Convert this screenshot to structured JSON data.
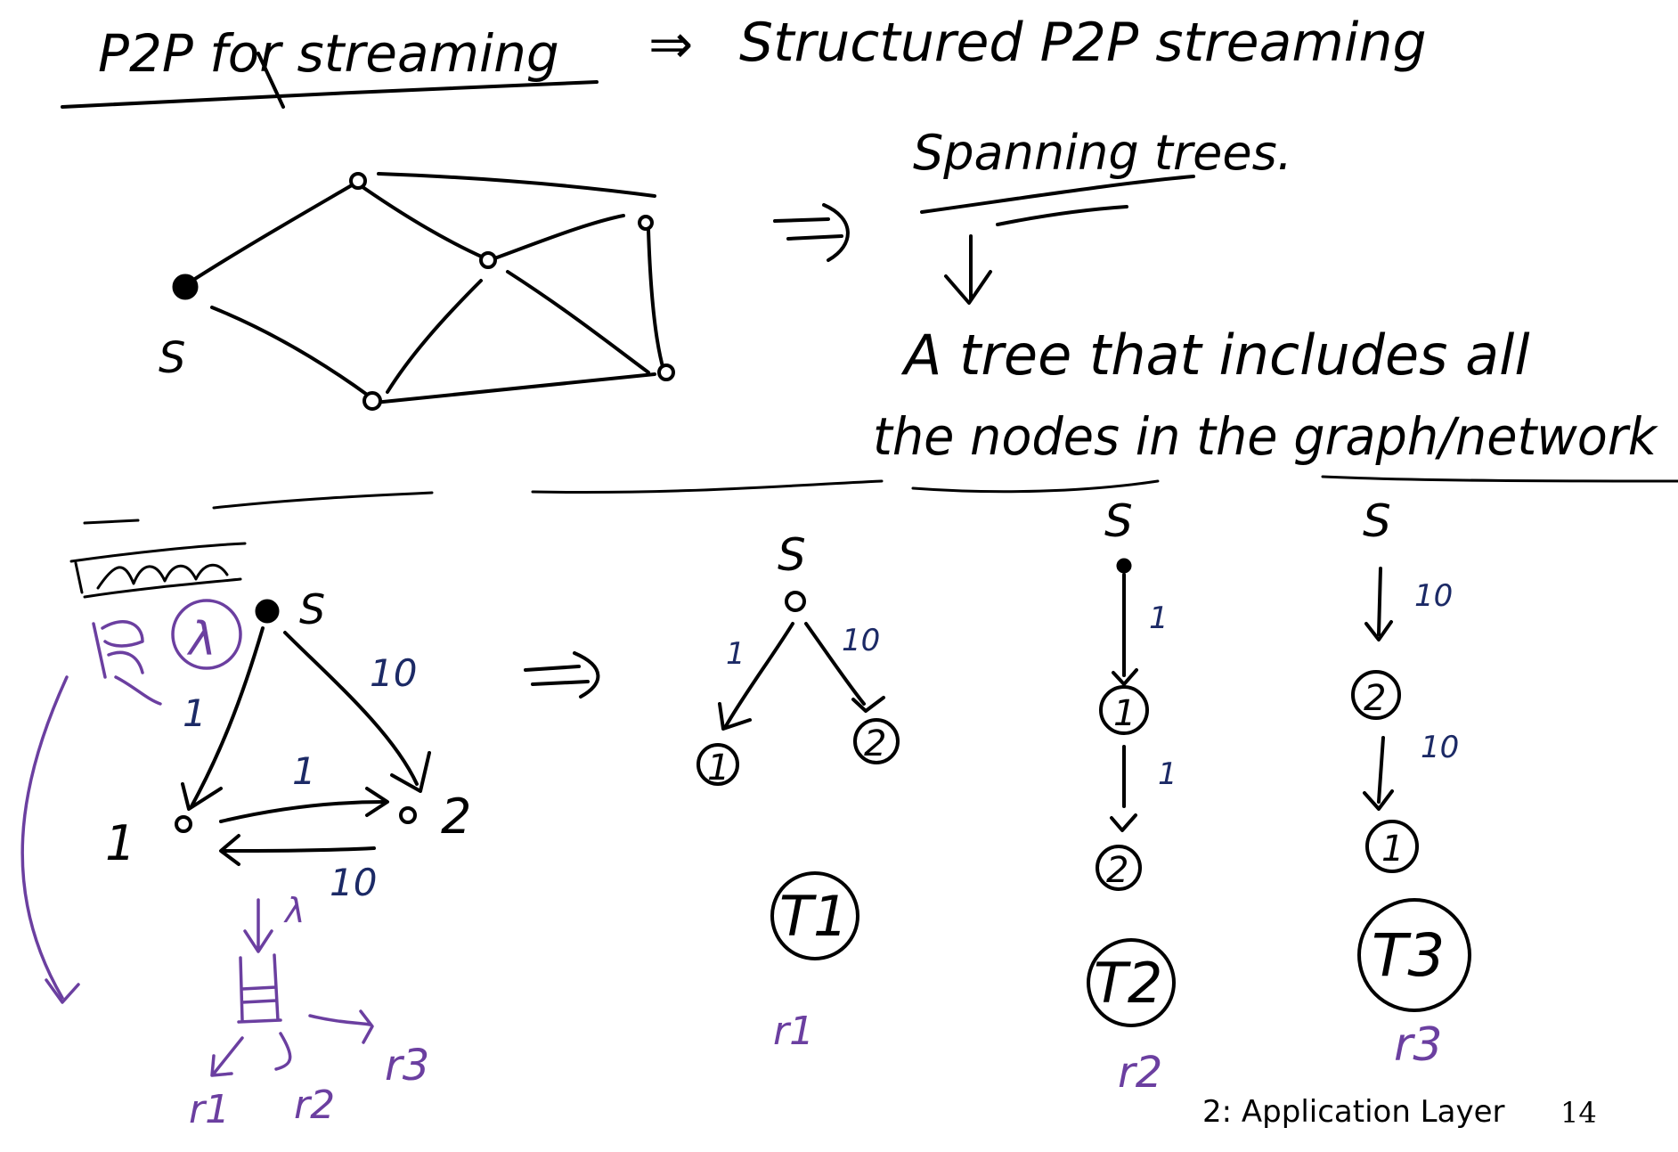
{
  "header": {
    "left": "P2P for streaming",
    "arrow": "⇒",
    "right": "Structured P2P streaming"
  },
  "spanning": {
    "title": "Spanning trees.",
    "definition_line1": "A tree that includes all",
    "definition_line2": "the nodes in the graph/network"
  },
  "graph_top": {
    "source_label": "S"
  },
  "example": {
    "source_label": "S",
    "node1": "1",
    "node2": "2",
    "lambda": "λ",
    "weights": {
      "s_to_1": "1",
      "s_to_2": "10",
      "one_to_two": "1",
      "two_to_one": "10",
      "lambda_side": "10"
    },
    "rates": [
      "r1",
      "r2",
      "r3"
    ]
  },
  "trees": [
    {
      "source": "S",
      "label": "T1",
      "rate": "r1",
      "chain": [
        "1",
        "2"
      ],
      "weights": [
        "1",
        "10"
      ]
    },
    {
      "source": "S",
      "label": "T2",
      "rate": "r2",
      "chain": [
        "1",
        "2"
      ],
      "weights": [
        "1",
        "1"
      ]
    },
    {
      "source": "S",
      "label": "T3",
      "rate": "r3",
      "chain": [
        "2",
        "1"
      ],
      "weights": [
        "10",
        "10"
      ]
    }
  ],
  "footer": {
    "text": "2: Application Layer",
    "page": "14"
  },
  "colors": {
    "ink": "#000000",
    "weight_blue": "#1c2a66",
    "annotation_purple": "#6b3fa0"
  }
}
